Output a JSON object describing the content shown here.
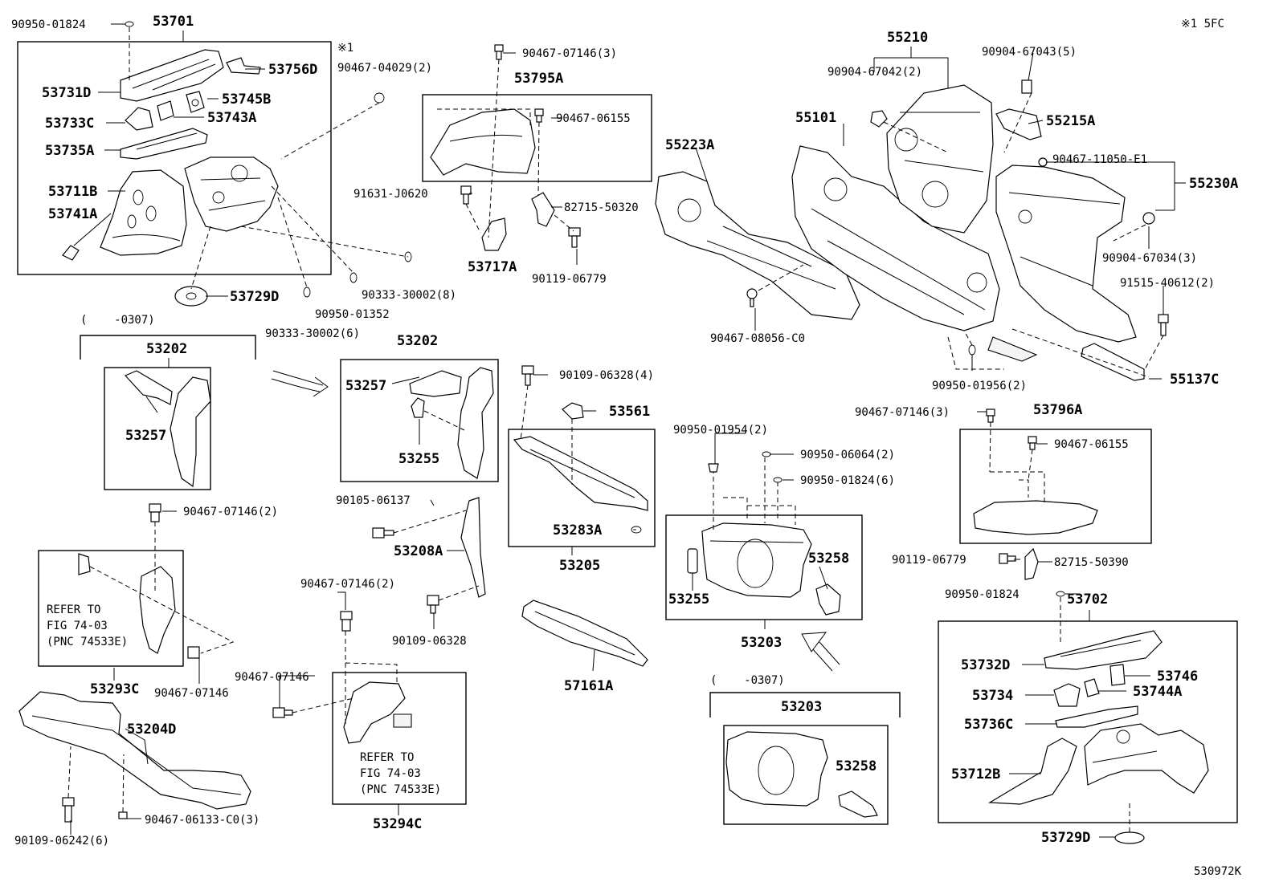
{
  "header": {
    "note": "※1 5FC",
    "footer_id": "530972K"
  },
  "callouts": {
    "c1": "90950-01824",
    "c2": "53701",
    "c3": "53731D",
    "c4": "53756D",
    "c5": "53745B",
    "c6": "53733C",
    "c7": "53743A",
    "c8": "53735A",
    "c9": "53711B",
    "c10": "53741A",
    "c11": "※1",
    "c12": "90467-04029(2)",
    "c13": "53729D",
    "c14": "90950-01352",
    "c15": "90333-30002(8)",
    "c16": "90333-30002(6)",
    "c17": "90467-07146(3)",
    "c18": "53795A",
    "c19": "90467-06155",
    "c20": "91631-J0620",
    "c21": "82715-50320",
    "c22": "53717A",
    "c23": "90119-06779",
    "c24": "55210",
    "c25": "90904-67043(5)",
    "c26": "90904-67042(2)",
    "c27": "55215A",
    "c28": "55101",
    "c29": "55223A",
    "c30": "90467-11050-E1",
    "c31": "55230A",
    "c32": "90904-67034(3)",
    "c33": "91515-40612(2)",
    "c34": "90467-08056-C0",
    "c35": "90950-01956(2)",
    "c36": "55137C",
    "c37": "(    -0307)",
    "c38": "53202",
    "c39": "53257",
    "c40": "53202",
    "c41": "53257",
    "c42": "53255",
    "c43": "90109-06328(4)",
    "c44": "53561",
    "c45": "53283A",
    "c46": "53205",
    "c47": "90105-06137",
    "c48": "53208A",
    "c49": "90109-06328",
    "c50": "90950-01954(2)",
    "c51": "90950-06064(2)",
    "c52": "90950-01824(6)",
    "c53": "53258",
    "c54": "53255",
    "c55": "53203",
    "c56": "90467-07146(3)",
    "c57": "53796A",
    "c58": "90467-06155",
    "c59": "90119-06779",
    "c60": "82715-50390",
    "c61": "90950-01824",
    "c62": "53702",
    "c63": "53732D",
    "c64": "53746",
    "c65": "53734",
    "c66": "53744A",
    "c67": "53736C",
    "c68": "53712B",
    "c69": "53729D",
    "c70": "90467-07146(2)",
    "c71": "REFER TO",
    "c72": "FIG 74-03",
    "c73": "(PNC 74533E)",
    "c74": "53293C",
    "c75": "90467-07146",
    "c76": "53204D",
    "c77": "90109-06242(6)",
    "c78": "90467-06133-C0(3)",
    "c79": "90467-07146(2)",
    "c80": "90467-07146",
    "c81": "REFER TO",
    "c82": "FIG 74-03",
    "c83": "(PNC 74533E)",
    "c84": "53294C",
    "c85": "57161A",
    "c86": "(    -0307)",
    "c87": "53203",
    "c88": "53258"
  }
}
